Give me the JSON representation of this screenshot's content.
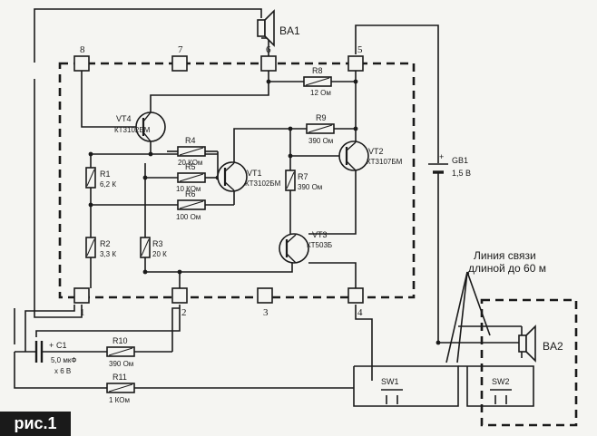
{
  "figure_label": "рис.1",
  "pins": {
    "p1": "1",
    "p2": "2",
    "p3": "3",
    "p4": "4",
    "p5": "5",
    "p6": "6",
    "p7": "7",
    "p8": "8"
  },
  "speakers": {
    "ba1": "BA1",
    "ba2": "BA2"
  },
  "battery": {
    "name": "GB1",
    "value": "1,5 В",
    "plus": "+"
  },
  "capacitor": {
    "name": "C1",
    "plus": "+",
    "value": "5,0 мкФ",
    "voltage": "х 6 В"
  },
  "resistors": {
    "r1": {
      "name": "R1",
      "value": "6,2 К"
    },
    "r2": {
      "name": "R2",
      "value": "3,3 К"
    },
    "r3": {
      "name": "R3",
      "value": "20 К"
    },
    "r4": {
      "name": "R4",
      "value": "20 КОм"
    },
    "r5": {
      "name": "R5",
      "value": "10 КОм"
    },
    "r6": {
      "name": "R6",
      "value": "100 Ом"
    },
    "r7": {
      "name": "R7",
      "value": "390 Ом"
    },
    "r8": {
      "name": "R8",
      "value": "12 Ом"
    },
    "r9": {
      "name": "R9",
      "value": "390 Ом"
    },
    "r10": {
      "name": "R10",
      "value": "390 Ом"
    },
    "r11": {
      "name": "R11",
      "value": "1 КОм"
    }
  },
  "transistors": {
    "vt1": {
      "name": "VT1",
      "type": "КТ3102БМ"
    },
    "vt2": {
      "name": "VT2",
      "type": "КТ3107БМ"
    },
    "vt3": {
      "name": "VT3",
      "type": "КТ503Б"
    },
    "vt4": {
      "name": "VT4",
      "type": "КТ3102БМ"
    }
  },
  "switches": {
    "sw1": "SW1",
    "sw2": "SW2"
  },
  "line_note": {
    "line1": "Линия связи",
    "line2": "длиной до 60 м"
  }
}
